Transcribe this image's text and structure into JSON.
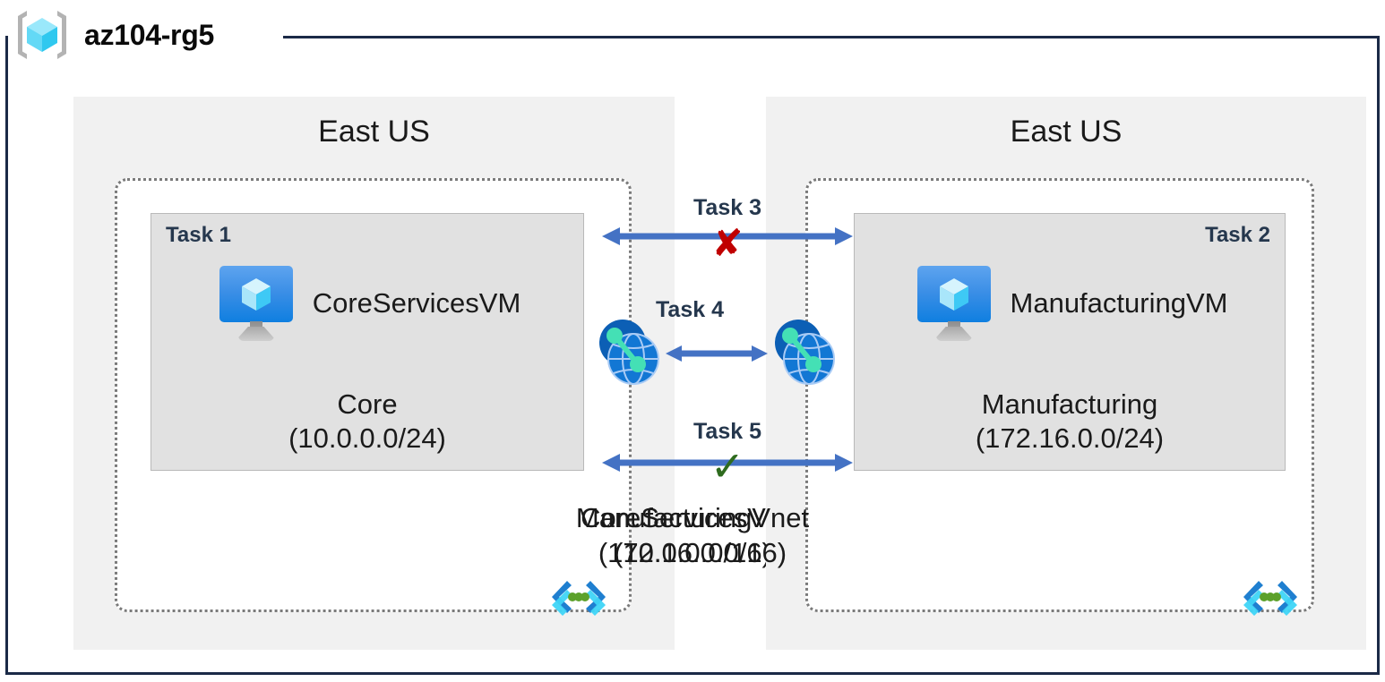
{
  "resource_group": {
    "title": "az104-rg5",
    "icon": "resource-group-cube-icon"
  },
  "colors": {
    "outer_border": "#1b2a47",
    "region_panel": "#f1f1f1",
    "subnet_fill": "#e1e1e1",
    "vnet_border": "#7a7a7a",
    "arrow": "#4472c4",
    "task_label": "#25374d",
    "blocked_mark": "#c00000",
    "allowed_mark": "#2e6b1e",
    "vm_icon_blue": "#0f7fe0",
    "peering_blue": "#0f6cbd",
    "peering_teal": "#44e0b5",
    "vnet_icon_cyan": "#32c8f0",
    "vnet_icon_green": "#5ca12a"
  },
  "regions": [
    {
      "id": "left",
      "label": "East US",
      "vnet": {
        "name": "CoreServicesVnet",
        "cidr": "(10.0.0.0/16)",
        "icon": "vnet-brackets-icon"
      },
      "subnet": {
        "task_tag": "Task 1",
        "task_tag_align": "left",
        "name": "Core",
        "cidr": "(10.0.0.0/24)",
        "vm": {
          "name": "CoreServicesVM",
          "icon": "virtual-machine-icon"
        }
      },
      "peering_icon": "vnet-peering-globe-icon"
    },
    {
      "id": "right",
      "label": "East US",
      "vnet": {
        "name": "ManufacturingVnet",
        "cidr": "(172.16.0.0/16)",
        "icon": "vnet-brackets-icon"
      },
      "subnet": {
        "task_tag": "Task 2",
        "task_tag_align": "right",
        "name": "Manufacturing",
        "cidr": "(172.16.0.0/24)",
        "vm": {
          "name": "ManufacturingVM",
          "icon": "virtual-machine-icon"
        }
      },
      "peering_icon": "vnet-peering-globe-icon"
    }
  ],
  "connectors": [
    {
      "id": "task3",
      "label": "Task 3",
      "mark": "✘",
      "mark_type": "blocked",
      "style": "double-arrow-long"
    },
    {
      "id": "task4",
      "label": "Task 4",
      "mark": "",
      "mark_type": "none",
      "style": "double-arrow-short"
    },
    {
      "id": "task5",
      "label": "Task 5",
      "mark": "✓",
      "mark_type": "allowed",
      "style": "double-arrow-long"
    }
  ]
}
